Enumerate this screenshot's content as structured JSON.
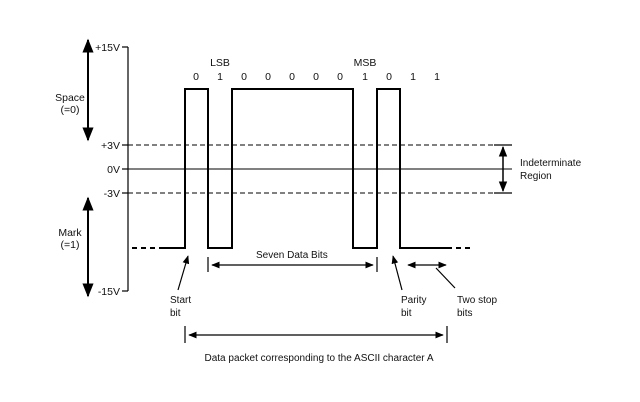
{
  "voltage_levels": {
    "plus15": "+15V",
    "plus3": "+3V",
    "zero": "0V",
    "minus3": "-3V",
    "minus15": "-15V"
  },
  "states": {
    "space": [
      "Space",
      "(=0)"
    ],
    "mark": [
      "Mark",
      "(=1)"
    ]
  },
  "bit_markers": {
    "lsb": "LSB",
    "msb": "MSB"
  },
  "bits": [
    "0",
    "1",
    "0",
    "0",
    "0",
    "0",
    "0",
    "1",
    "0",
    "1",
    "1"
  ],
  "region": [
    "Indeterminate",
    "Region"
  ],
  "labels": {
    "seven_data_bits": "Seven Data Bits",
    "start_bit": [
      "Start",
      "bit"
    ],
    "parity_bit": [
      "Parity",
      "bit"
    ],
    "stop_bits": [
      "Two stop",
      "bits"
    ],
    "packet": "Data packet corresponding to the ASCII character A"
  }
}
